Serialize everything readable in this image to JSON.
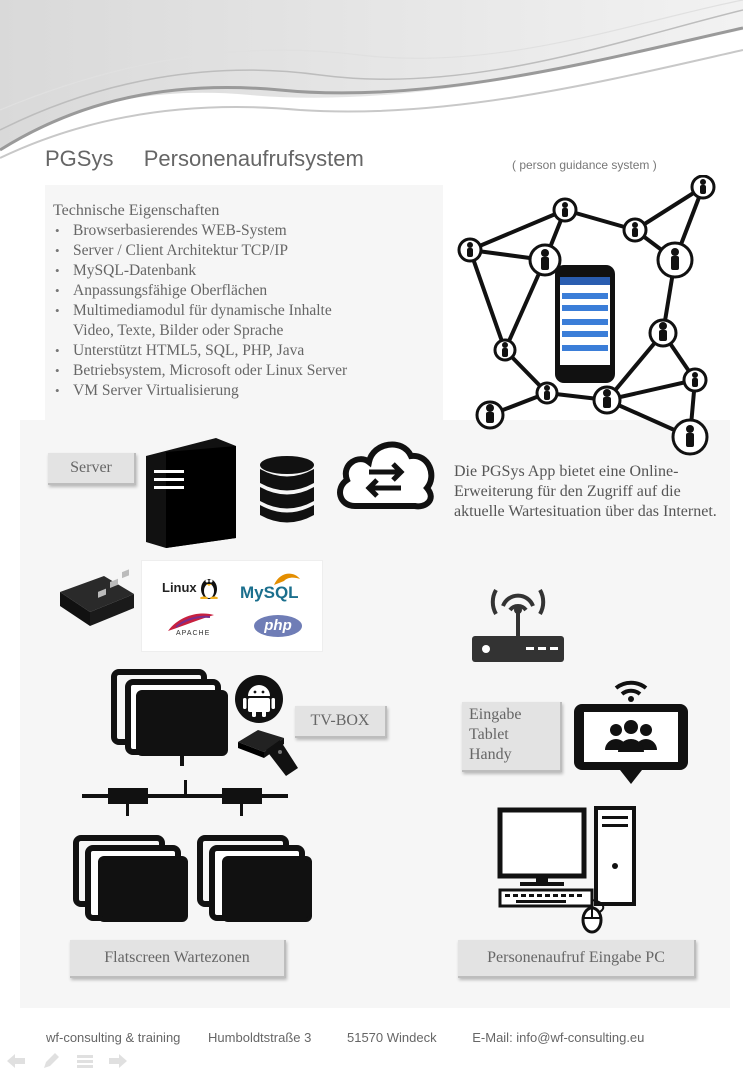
{
  "header": {
    "brand": "PGSys",
    "title": "Personenaufrufsystem",
    "subtitle": "( person guidance system )"
  },
  "features": {
    "heading": "Technische Eigenschaften",
    "items": [
      "Browserbasierendes WEB-System",
      "Server / Client Architektur TCP/IP",
      "MySQL-Datenbank",
      "Anpassungsfähige Oberflächen",
      "Multimediamodul für dynamische Inhalte",
      "Video, Texte, Bilder oder Sprache",
      "Unterstützt HTML5, SQL, PHP, Java",
      "Betriebsystem, Microsoft oder Linux Server",
      "VM Server Virtualisierung"
    ]
  },
  "app_text": "Die PGSys App bietet eine Online-Erweiterung für den Zugriff auf die aktuelle Wartesituation über das Internet.",
  "labels": {
    "server": "Server",
    "tvbox": "TV-BOX",
    "input_line1": "Eingabe",
    "input_line2": "Tablet",
    "input_line3": "Handy",
    "flatscreen": "Flatscreen Wartezonen",
    "input_pc": "Personenaufruf Eingabe PC"
  },
  "logos": {
    "linux": "Linux",
    "mysql": "MySQL",
    "apache": "APACHE",
    "php": "php"
  },
  "footer": {
    "company": "wf-consulting & training",
    "street": "Humboldtstraße 3",
    "city": "51570 Windeck",
    "email": "E-Mail: info@wf-consulting.eu"
  },
  "colors": {
    "title_gray": "#666666",
    "panel_bg": "#f6f6f6",
    "label_bg": "#e3e3e3",
    "phone_screen_blue": "#3b7ed8"
  }
}
